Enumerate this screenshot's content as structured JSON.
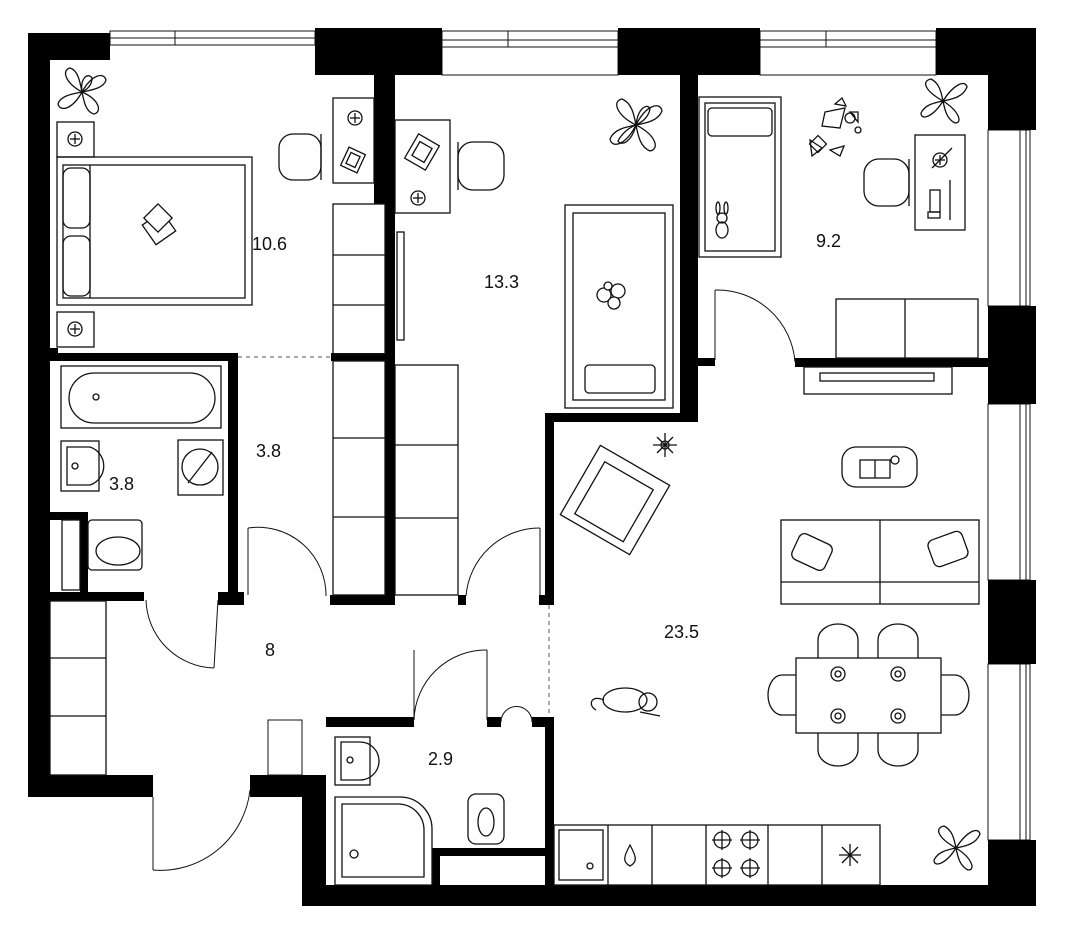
{
  "plan": {
    "rooms": [
      {
        "id": "bedroom",
        "area": "10.6"
      },
      {
        "id": "study",
        "area": "13.3"
      },
      {
        "id": "kids-room",
        "area": "9.2"
      },
      {
        "id": "bathroom",
        "area": "3.8"
      },
      {
        "id": "corridor",
        "area": "3.8"
      },
      {
        "id": "hall",
        "area": "8"
      },
      {
        "id": "wc",
        "area": "2.9"
      },
      {
        "id": "living-kitchen",
        "area": "23.5"
      }
    ],
    "colors": {
      "wall": "#000000",
      "line": "#111111",
      "background": "#ffffff"
    }
  }
}
